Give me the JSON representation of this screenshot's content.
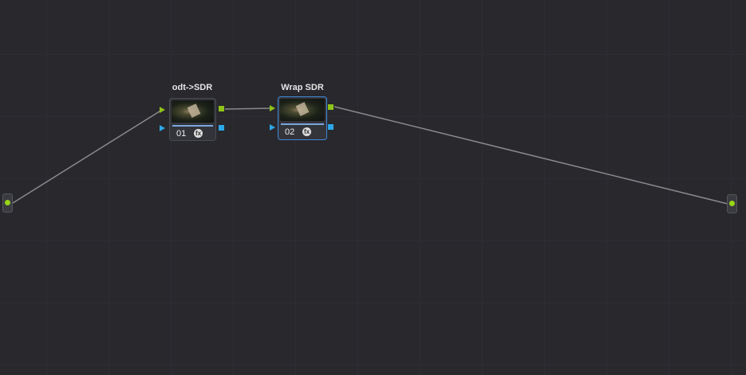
{
  "nodes": [
    {
      "title": "odt->SDR",
      "number": "01",
      "fx_label": "fx",
      "selected": false
    },
    {
      "title": "Wrap SDR",
      "number": "02",
      "fx_label": "fx",
      "selected": true
    }
  ],
  "colors": {
    "rgb_port": "#8fc31a",
    "alpha_port": "#2ea7e8",
    "selection": "#3f88d8",
    "wire": "#8a8a8e"
  }
}
